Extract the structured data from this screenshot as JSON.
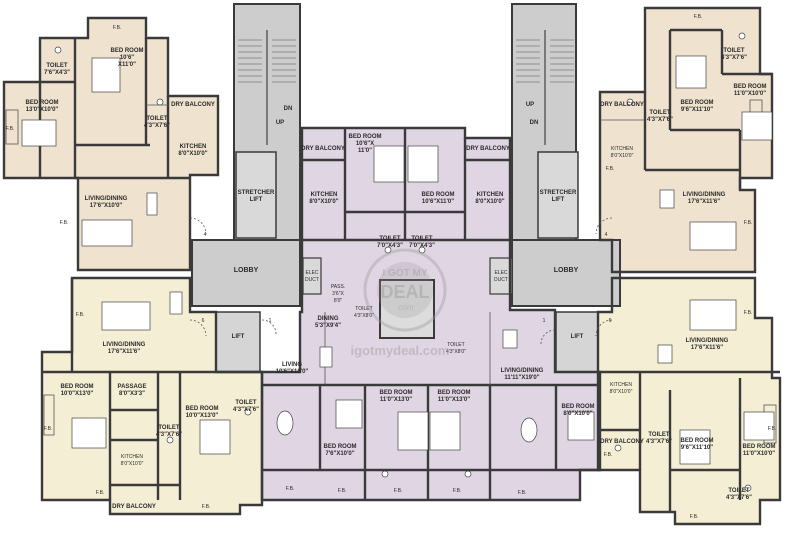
{
  "colors": {
    "flat_beige": "#efe2cf",
    "flat_cream": "#f4efd4",
    "flat_lilac": "#e0d5e3",
    "core_grey": "#cdcdcd",
    "wall": "#3a3a3a"
  },
  "core": {
    "lobby": "LOBBY",
    "lift": "LIFT",
    "stretcher_lift": "STRETCHER\nLIFT",
    "elec_duct": "ELEC\nDUCT",
    "stair_up": "UP",
    "stair_dn": "DN"
  },
  "flats": {
    "top_left": {
      "fb_top": "F.B.",
      "toilet_a": {
        "name": "TOILET",
        "size": "7'6\"X4'3\""
      },
      "bedroom_a": {
        "name": "BED ROOM",
        "size": "10'6\"\nX11'0\""
      },
      "toilet_b": {
        "name": "TOILET",
        "size": "4'3\"X7'6\""
      },
      "dry_balcony": "DRY BALCONY",
      "bedroom_b": {
        "name": "BED ROOM",
        "size": "13'0\"X10'0\""
      },
      "fb_left": "F.B.",
      "kitchen": {
        "name": "KITCHEN",
        "size": "8'0\"X10'0\""
      },
      "living": {
        "name": "LIVING/DINING",
        "size": "17'6\"X10'0\""
      },
      "fb_lower": "F.B.",
      "door_no": "4"
    },
    "top_center": {
      "dry_balcony": "DRY BALCONY",
      "bedroom_a": {
        "name": "BED ROOM",
        "size": "10'6\"X\n11'0\""
      },
      "bedroom_b": {
        "name": "BED ROOM",
        "size": "10'6\"X11'0\""
      },
      "kitchen_left": {
        "name": "KITCHEN",
        "size": "8'0\"X10'0\""
      },
      "kitchen_right": {
        "name": "KITCHEN",
        "size": "8'0\"X10'0\""
      },
      "toilet_left": {
        "name": "TOILET",
        "size": "7'0\"X4'3\""
      },
      "toilet_right": {
        "name": "TOILET",
        "size": "7'0\"X4'3\""
      },
      "pass": {
        "name": "PASS.",
        "size": "3'6\"X\n8'0\""
      },
      "toilet_c": {
        "name": "TOILET",
        "size": "4'3\"X8'0\""
      },
      "toilet_d": {
        "name": "TOILET",
        "size": "4'3\"X8'0\""
      }
    },
    "top_right": {
      "fb_top": "F.B.",
      "toilet_a": {
        "name": "TOILET",
        "size": "4'3\"X7'6\""
      },
      "dry_balcony": "DRY BALCONY",
      "toilet_b": {
        "name": "TOILET",
        "size": "4'3\"X7'6\""
      },
      "bedroom_a": {
        "name": "BED ROOM",
        "size": "9'6\"X11'10\""
      },
      "bedroom_b": {
        "name": "BED ROOM",
        "size": "11'0\"X10'0\""
      },
      "kitchen": {
        "name": "KITCHEN",
        "size": "8'0\"X10'0\""
      },
      "fb_left": "F.B.",
      "living": {
        "name": "LIVING/DINING",
        "size": "17'6\"X11'6\""
      },
      "fb_right": "F.B.",
      "door_no": "4"
    },
    "bottom_left": {
      "fb": "F.B.",
      "living": {
        "name": "LIVING/DINING",
        "size": "17'6\"X11'6\""
      },
      "bedroom_a": {
        "name": "BED ROOM",
        "size": "10'0\"X13'0\""
      },
      "passage": {
        "name": "PASSAGE",
        "size": "8'0\"X3'3\""
      },
      "bedroom_b": {
        "name": "BED ROOM",
        "size": "10'0\"X13'0\""
      },
      "toilet_a": {
        "name": "TOILET",
        "size": "4'3\"X7'6\""
      },
      "toilet_b": {
        "name": "TOILET",
        "size": "4'3\"X7'6\""
      },
      "kitchen": {
        "name": "KITCHEN",
        "size": "8'0\"X10'0\""
      },
      "dry_balcony": "DRY BALCONY",
      "fb_bottom": "F.B.",
      "fb_left": "F.B.",
      "fb_right": "F.B.",
      "door_no": "6"
    },
    "bottom_center": {
      "dining": {
        "name": "DINING",
        "size": "5'3\"X9'4\""
      },
      "living_left": {
        "name": "LIVING",
        "size": "10'6\"X18'0\""
      },
      "living_right": {
        "name": "LIVING/DINING",
        "size": "11'11\"X19'0\""
      },
      "bedroom_a": {
        "name": "BED ROOM",
        "size": "7'6\"X10'0\""
      },
      "bedroom_b": {
        "name": "BED ROOM",
        "size": "11'0\"X13'0\""
      },
      "bedroom_c": {
        "name": "BED ROOM",
        "size": "11'0\"X13'0\""
      },
      "bedroom_d": {
        "name": "BED ROOM",
        "size": "8'0\"X10'0\""
      },
      "fb": [
        "F.B.",
        "F.B.",
        "F.B.",
        "F.B.",
        "F.B."
      ],
      "door_left": "1",
      "door_right": "1"
    },
    "bottom_right": {
      "fb_top": "F.B.",
      "living": {
        "name": "LIVING/DINING",
        "size": "17'6\"X11'6\""
      },
      "kitchen": {
        "name": "KITCHEN",
        "size": "8'0\"X10'0\""
      },
      "toilet_a": {
        "name": "TOILET",
        "size": "4'3\"X7'6\""
      },
      "dry_balcony": "DRY BALCONY",
      "bedroom_a": {
        "name": "BED ROOM",
        "size": "9'6\"X11'10\""
      },
      "bedroom_b": {
        "name": "BED ROOM",
        "size": "11'0\"X10'0\""
      },
      "toilet_b": {
        "name": "TOILET",
        "size": "4'3\"X7'6\""
      },
      "fb_left": "F.B.",
      "fb_right": "F.B.",
      "fb_bottom": "F.B.",
      "door_no": "6"
    }
  },
  "watermark": {
    "line1": "I GOT MY",
    "line2": "DEAL",
    "line3": ".com",
    "url": "igotmydeal.com"
  }
}
